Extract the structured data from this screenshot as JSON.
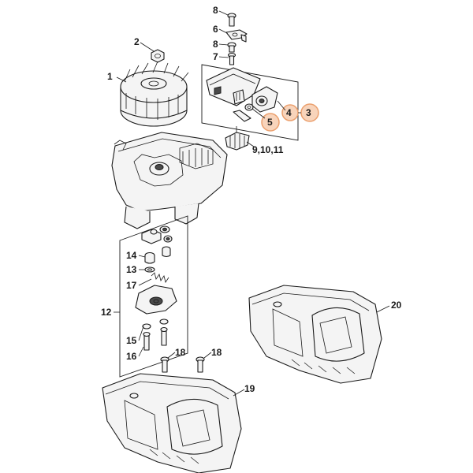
{
  "callouts": {
    "c1": "1",
    "c2": "2",
    "c3": "3",
    "c4": "4",
    "c5": "5",
    "c6": "6",
    "c7": "7",
    "c8a": "8",
    "c8b": "8",
    "c9": "9,10,11",
    "c12": "12",
    "c13": "13",
    "c14": "14",
    "c15": "15",
    "c16": "16",
    "c17": "17",
    "c18a": "18",
    "c18b": "18",
    "c19": "19",
    "c20": "20"
  },
  "highlight_color": "#f6c6a4",
  "highlighted_callouts": [
    "3",
    "5"
  ]
}
